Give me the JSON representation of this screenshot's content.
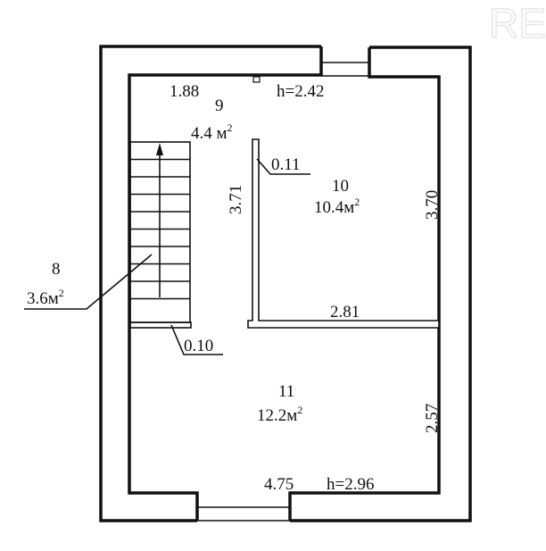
{
  "watermark": "RE",
  "rooms": [
    {
      "number": "8",
      "area": "3.6",
      "unit": "м",
      "exp": "2"
    },
    {
      "number": "9",
      "area": "4.4",
      "unit": "м",
      "exp": "2"
    },
    {
      "number": "10",
      "area": "10.4",
      "unit": "м",
      "exp": "2"
    },
    {
      "number": "11",
      "area": "12.2",
      "unit": "м",
      "exp": "2"
    }
  ],
  "dimensions": {
    "room9_width": "1.88",
    "top_height": "h=2.42",
    "partition_length": "3.71",
    "partition_thickness": "0.11",
    "room10_length": "3.70",
    "room10_width": "2.81",
    "stair_slab_thickness": "0.10",
    "room11_length": "2.57",
    "room11_width": "4.75",
    "bottom_height": "h=2.96"
  }
}
